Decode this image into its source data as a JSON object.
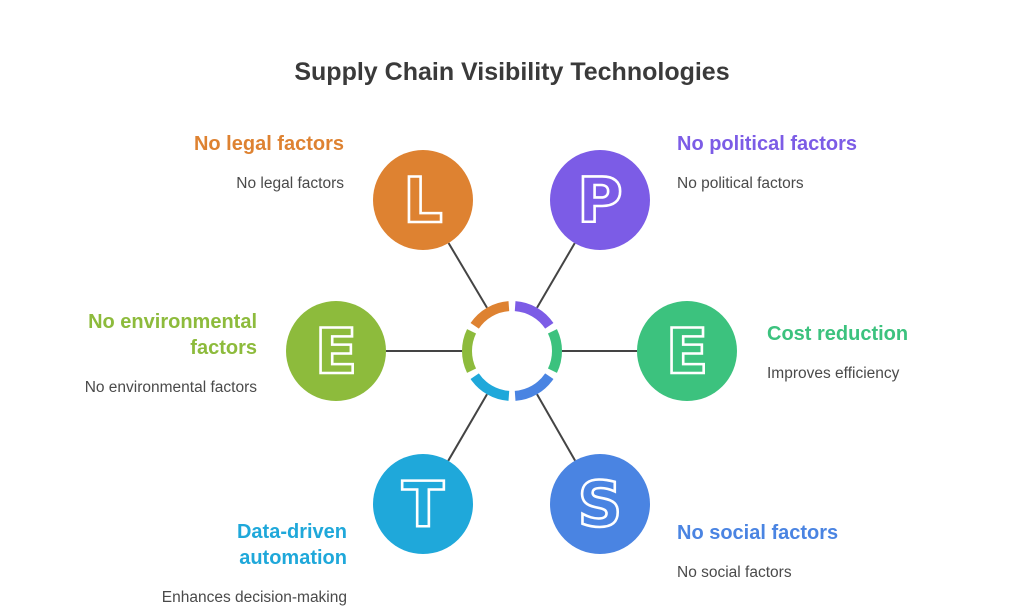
{
  "title": "Supply Chain Visibility Technologies",
  "factors": [
    {
      "key": "legal",
      "letter": "L",
      "color": "#DE8231",
      "heading": [
        "No legal factors"
      ],
      "description": "No legal factors"
    },
    {
      "key": "political",
      "letter": "P",
      "color": "#7C5CE6",
      "heading": [
        "No political factors"
      ],
      "description": "No political factors"
    },
    {
      "key": "economic",
      "letter": "E",
      "color": "#3CC27E",
      "heading": [
        "Cost reduction"
      ],
      "description": "Improves efficiency"
    },
    {
      "key": "social",
      "letter": "S",
      "color": "#4A84E2",
      "heading": [
        "No social factors"
      ],
      "description": "No social factors"
    },
    {
      "key": "technological",
      "letter": "T",
      "color": "#1FA8DA",
      "heading": [
        "Data-driven",
        "automation"
      ],
      "description": "Enhances decision-making"
    },
    {
      "key": "environmental",
      "letter": "E",
      "color": "#8DBB3C",
      "heading": [
        "No environmental",
        "factors"
      ],
      "description": "No environmental factors"
    }
  ]
}
